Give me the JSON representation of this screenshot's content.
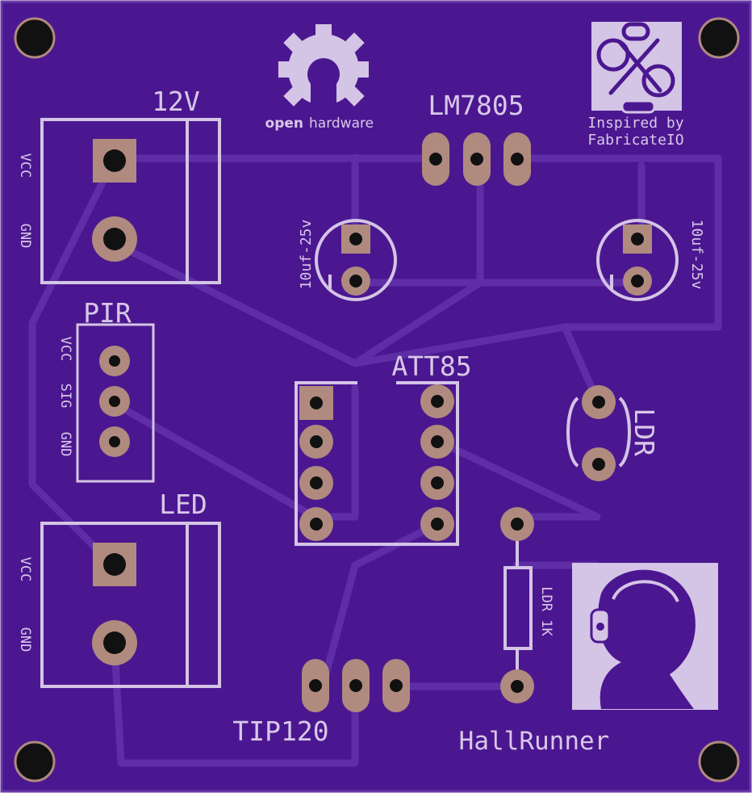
{
  "colors": {
    "board": "#4b1790",
    "board_edge": "#36106a",
    "trace": "#5b2aa0",
    "silkscreen": "#d4c4e6",
    "pad": "#b08a7e",
    "hole": "#111111"
  },
  "logos": {
    "oshw_text_open": "open",
    "oshw_text_hardware": "hardware",
    "inspired_line1": "Inspired by",
    "inspired_line2": "FabricateIO",
    "board_name": "HallRunner"
  },
  "components": {
    "power_connector": {
      "label": "12V",
      "pin1": "VCC",
      "pin2": "GND"
    },
    "regulator": {
      "label": "LM7805"
    },
    "cap_left": {
      "label": "10uf-25v"
    },
    "cap_right": {
      "label": "10uf-25v"
    },
    "pir": {
      "label": "PIR",
      "pin1": "VCC",
      "pin2": "SIG",
      "pin3": "GND"
    },
    "mcu": {
      "label": "ATT85"
    },
    "ldr": {
      "label": "LDR"
    },
    "led_connector": {
      "label": "LED",
      "pin1": "VCC",
      "pin2": "GND"
    },
    "resistor": {
      "label": "LDR 1K"
    },
    "transistor": {
      "label": "TIP120"
    }
  }
}
